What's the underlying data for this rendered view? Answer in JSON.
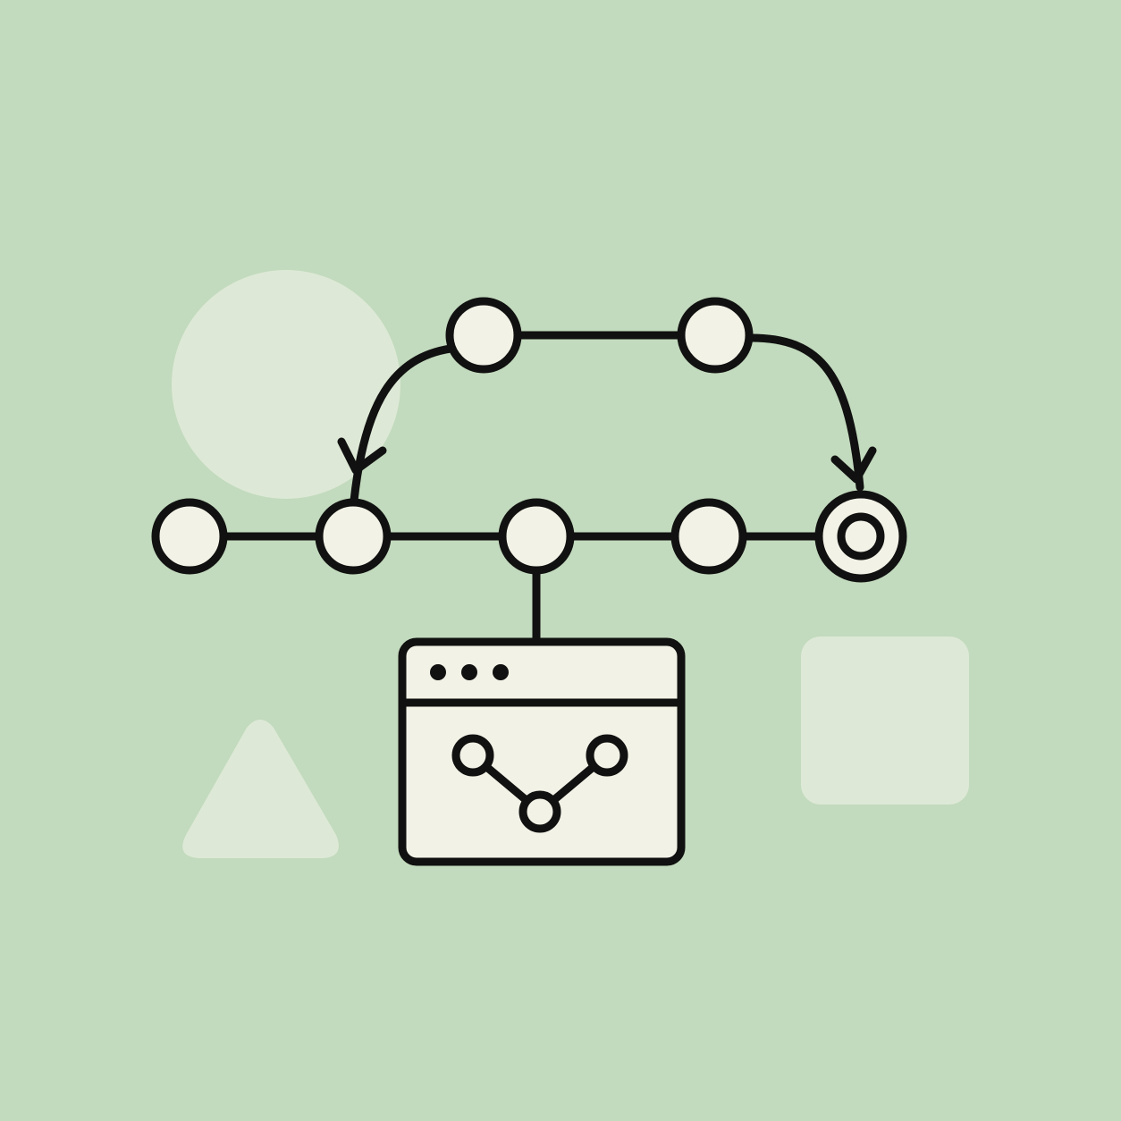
{
  "colors": {
    "background": "#c2dabd",
    "pale_shape": "#dde9d6",
    "stroke": "#111111",
    "node_fill": "#f3f2e6"
  },
  "icons": [
    "background-circle-shape",
    "background-triangle-shape",
    "background-square-shape",
    "graph-node",
    "target-node-icon",
    "curved-arrow",
    "browser-window-icon",
    "window-dots-icon",
    "branch-graph-icon"
  ]
}
